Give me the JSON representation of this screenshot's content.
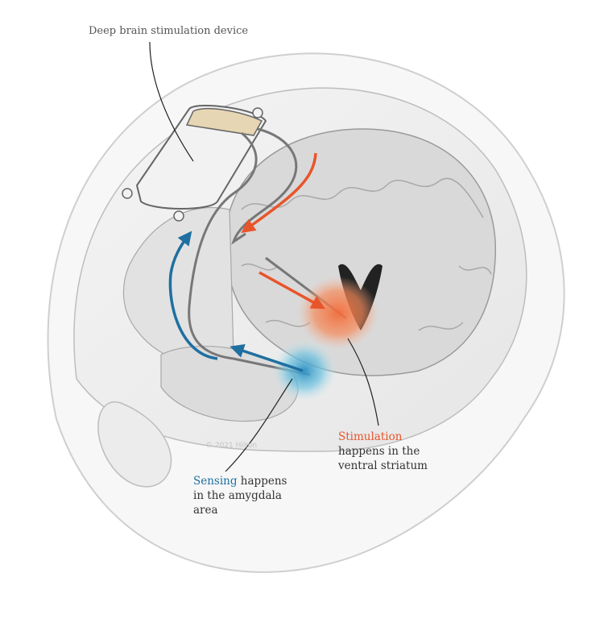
{
  "labels": {
    "device": "Deep brain stimulation device",
    "stimulation": {
      "highlight": "Stimulation",
      "line2": "happens in the",
      "line3": "ventral striatum"
    },
    "sensing": {
      "highlight": "Sensing",
      "rest": " happens",
      "line2": "in the amygdala",
      "line3": "area"
    }
  },
  "colors": {
    "stimulation": "#e8552b",
    "sensing": "#1f6fa0",
    "text": "#333333",
    "illustration_line": "#9a9a9a",
    "brain_fill": "#d9d9d9"
  },
  "watermark": "© 2021 Hilton"
}
